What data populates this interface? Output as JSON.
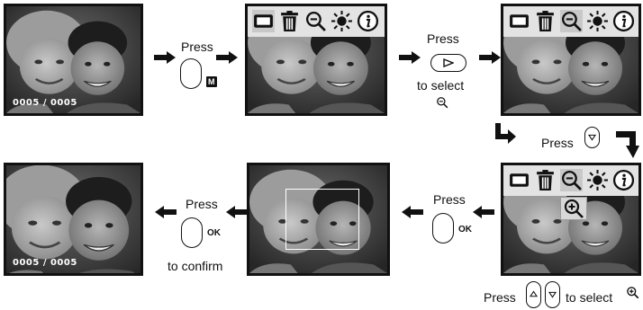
{
  "screens": {
    "counter": "0005 / 0005"
  },
  "steps": {
    "press": "Press",
    "to_select": "to select",
    "to_confirm": "to confirm",
    "to_select_inline": "to select"
  },
  "buttons": {
    "mode_badge": "M",
    "ok_label": "OK"
  },
  "menu_icons": [
    "display-mode-icon",
    "trash-icon",
    "zoom-out-icon",
    "brightness-icon",
    "info-icon"
  ],
  "colors": {
    "arrow": "#111111",
    "menubar": "#e3e3e3",
    "screen_bg": "#2a2a2a"
  }
}
